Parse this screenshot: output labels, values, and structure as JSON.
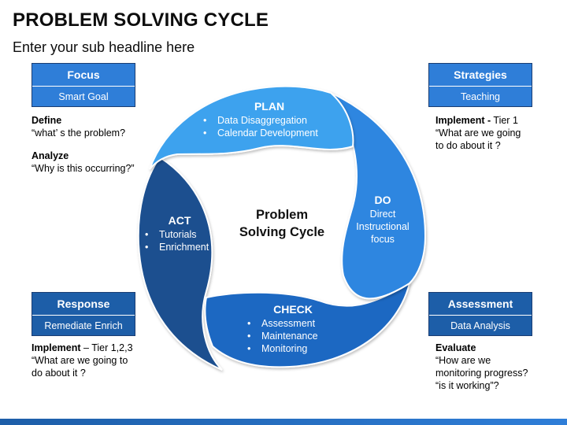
{
  "header": {
    "title": "PROBLEM SOLVING CYCLE",
    "subtitle": "Enter your sub headline here"
  },
  "center": {
    "line1": "Problem",
    "line2": "Solving Cycle"
  },
  "segments": {
    "plan": {
      "title": "PLAN",
      "items": [
        "Data Disaggregation",
        "Calendar Development"
      ],
      "color": "#3ea2ee"
    },
    "do": {
      "title": "DO",
      "lines": [
        "Direct",
        "Instructional",
        "focus"
      ],
      "color": "#2f86e0"
    },
    "check": {
      "title": "CHECK",
      "items": [
        "Assessment",
        "Maintenance",
        "Monitoring"
      ],
      "color": "#1f68c2"
    },
    "act": {
      "title": "ACT",
      "items": [
        "Tutorials",
        "Enrichment"
      ],
      "color": "#1a4f8f"
    }
  },
  "boxes": {
    "focus": {
      "title": "Focus",
      "sub": "Smart Goal"
    },
    "strategies": {
      "title": "Strategies",
      "sub": "Teaching"
    },
    "response": {
      "title": "Response",
      "sub": "Remediate Enrich"
    },
    "assessment": {
      "title": "Assessment",
      "sub": "Data Analysis"
    }
  },
  "notes": {
    "top_left": {
      "define_label": "Define",
      "define_text": "“what’ s the problem?",
      "analyze_label": "Analyze",
      "analyze_text": "“Why is this occurring?”"
    },
    "top_right": {
      "implement_label": "Implement -",
      "implement_tier": " Tier 1",
      "line1": "“What are we going",
      "line2": "to do about it ?"
    },
    "bottom_left": {
      "implement_label": "Implement",
      "implement_tier": " – Tier 1,2,3",
      "line1": "“What are we going to",
      "line2": "do about it ?"
    },
    "bottom_right": {
      "evaluate_label": "Evaluate",
      "line1": "“How are we",
      "line2": "monitoring progress?",
      "line3": "“is it working”?"
    }
  }
}
